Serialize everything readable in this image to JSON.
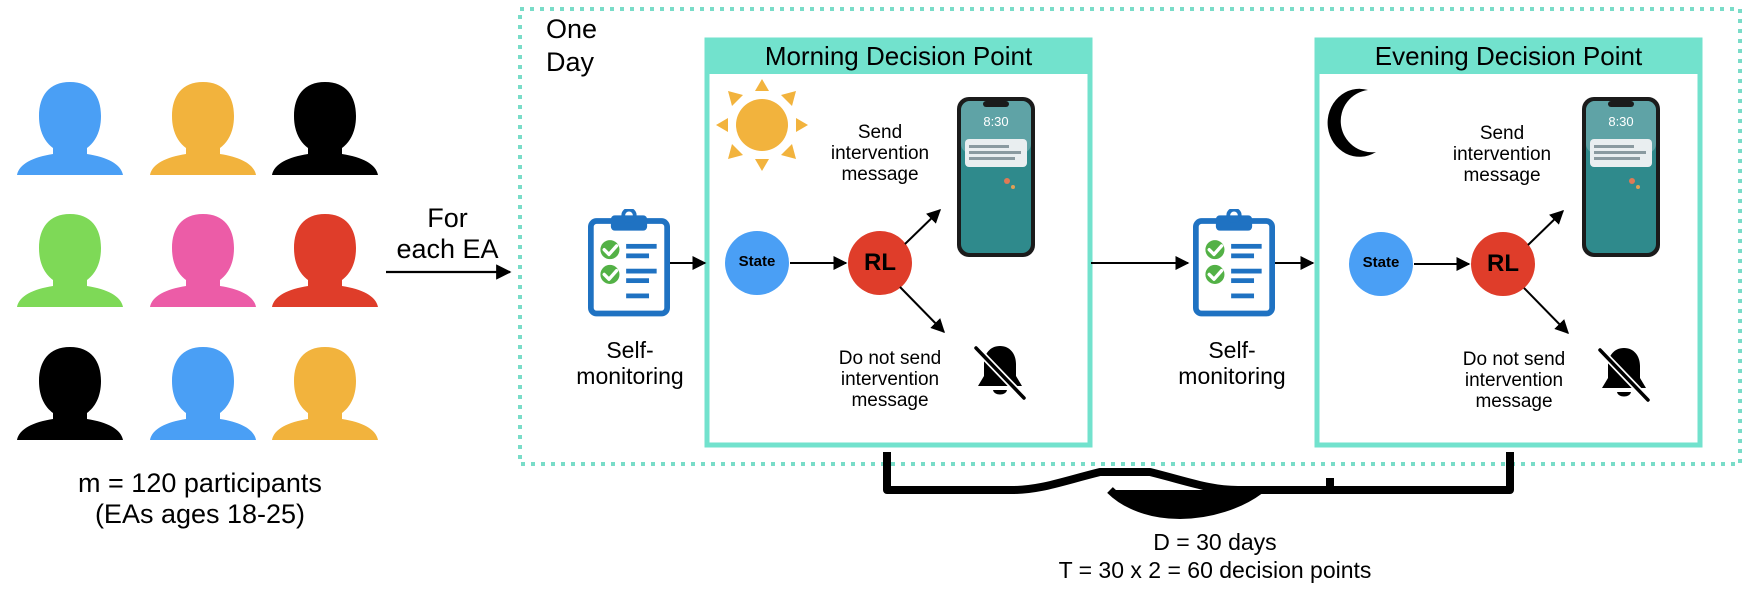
{
  "participants": {
    "count_label": "m = 120 participants",
    "ages_label": "(EAs ages 18-25)",
    "colors": [
      "#4a9ff5",
      "#f2b33d",
      "#000000",
      "#7ed957",
      "#ec5ca7",
      "#df3d2a",
      "#000000",
      "#4a9ff5",
      "#f2b33d"
    ]
  },
  "for_each_label": [
    "For",
    "each EA"
  ],
  "one_day_label": [
    "One",
    "Day"
  ],
  "self_monitoring_label": [
    "Self-",
    "monitoring"
  ],
  "morning": {
    "title": "Morning Decision Point",
    "time_icon": "sun-icon",
    "send_label": [
      "Send",
      "intervention",
      "message"
    ],
    "dont_send_label": [
      "Do not send",
      "intervention",
      "message"
    ],
    "state_label": "State",
    "rl_label": "RL",
    "phone_time": "8:30"
  },
  "evening": {
    "title": "Evening Decision Point",
    "time_icon": "moon-icon",
    "send_label": [
      "Send",
      "intervention",
      "message"
    ],
    "dont_send_label": [
      "Do not send",
      "intervention",
      "message"
    ],
    "state_label": "State",
    "rl_label": "RL",
    "phone_time": "8:30"
  },
  "summary": {
    "days": "D = 30 days",
    "decision_points": "T = 30 x 2 = 60 decision points"
  },
  "colors": {
    "teal": "#72e2cd",
    "dotted": "#79dcc8",
    "state": "#4a9ff5",
    "rl": "#df3d2a",
    "sun": "#f2b33d",
    "clipboard": "#1f72c2",
    "check": "#53b146"
  }
}
